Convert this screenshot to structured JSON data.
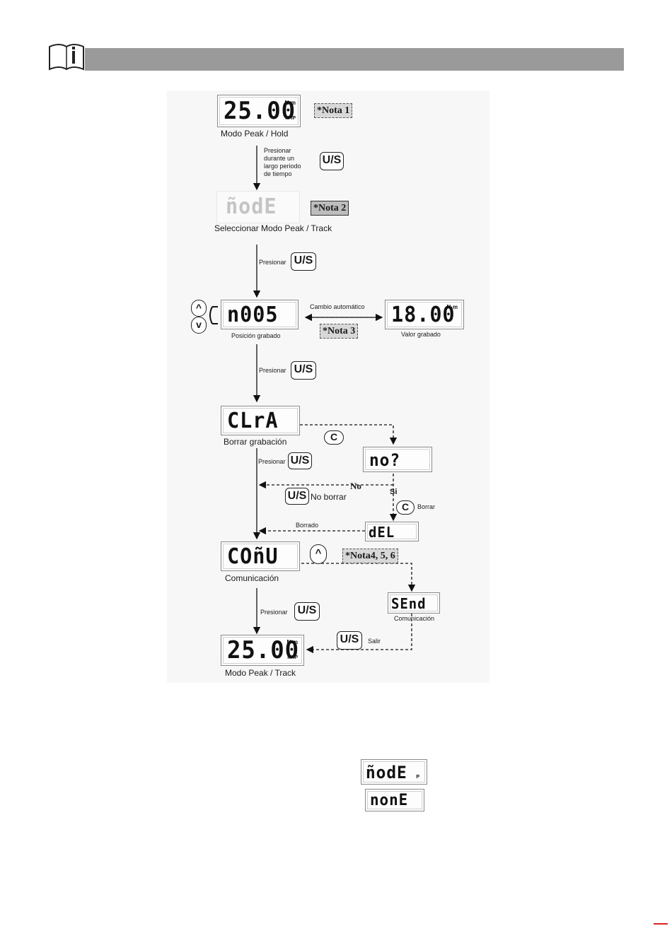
{
  "header": {
    "icon": "info-book-icon",
    "bar_color": "#9a9a9a"
  },
  "displays": {
    "peak_hold": {
      "value": "25.00",
      "unit": "N·m",
      "mode": "M  fP"
    },
    "mode_sel": {
      "value": "ñodE"
    },
    "position": {
      "value": "n005"
    },
    "recorded": {
      "value": "18.00",
      "unit": "N·m"
    },
    "clear": {
      "value": "CLrA"
    },
    "confirm": {
      "value": "no?"
    },
    "deleted": {
      "value": "dEL"
    },
    "comm": {
      "value": "COñU"
    },
    "send": {
      "value": "SEnd"
    },
    "peak_track": {
      "value": "25.00",
      "unit": "N·m",
      "mode": "M  fP"
    },
    "lower_mode": {
      "value": "ñodE",
      "mode": "P"
    },
    "lower_none": {
      "value": "nonE"
    }
  },
  "labels": {
    "peak_hold": "Modo Peak / Hold",
    "select_mode": "Seleccionar Modo Peak / Track",
    "position": "Posición grabado",
    "recorded": "Valor grabado",
    "clear": "Borrar grabación",
    "comm": "Comunicación",
    "send": "Comunicación",
    "peak_track": "Modo Peak / Track"
  },
  "notes": {
    "n1": "*Nota 1",
    "n2": "*Nota 2",
    "n3": "*Nota 3",
    "n456": "*Nota4, 5, 6"
  },
  "buttons": {
    "us": "U/S",
    "c": "C",
    "up": "^",
    "down": "v"
  },
  "arrows": {
    "long_press": "Presionar\ndurante un\nlargo periodo\nde tiempo",
    "press": "Presionar",
    "auto_change": "Cambio automático",
    "no": "No",
    "si": "Si",
    "no_delete": "No borrar",
    "delete": "Borrar",
    "deleted": "Borrado",
    "exit": "Salir"
  },
  "colors": {
    "accent_mark": "#d22222",
    "faded_display": "#c4c4c4"
  }
}
